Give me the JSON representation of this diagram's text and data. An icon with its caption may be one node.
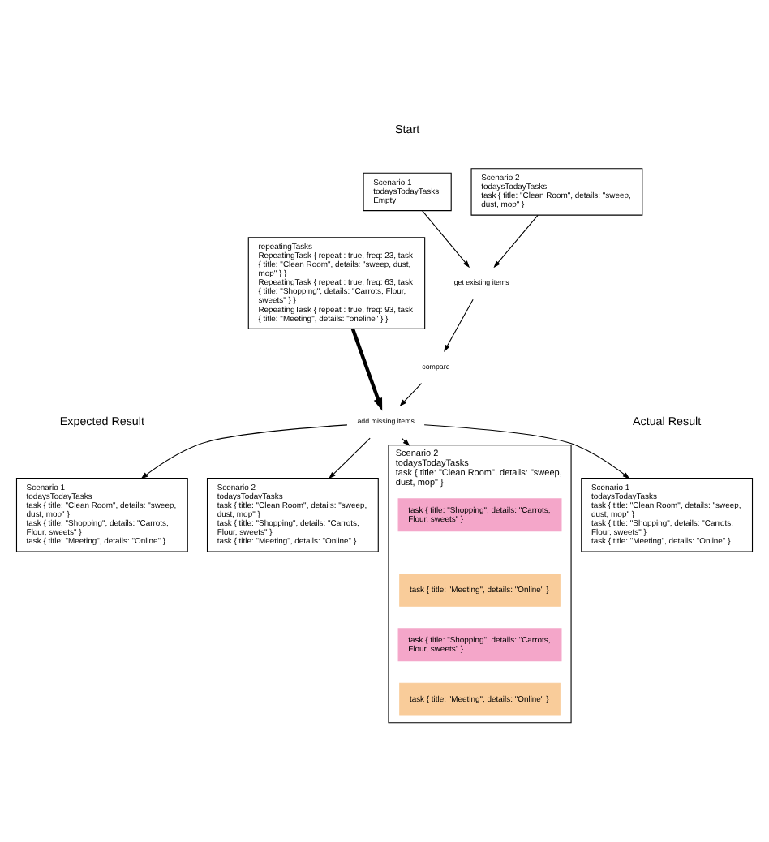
{
  "diagram": {
    "nodes": [
      {
        "text": [
          "Scenario 1",
          "todaysTodayTasks",
          "Empty"
        ]
      },
      {
        "text": [
          "Scenario 2",
          "todaysTodayTasks",
          "task { title: \"Clean Room\", details: \"sweep, dust, mop\" }"
        ]
      },
      {
        "text": [
          "repeatingTasks",
          "RepeatingTask { repeat : true, freq: 23, task { title: \"Clean Room\", details: \"sweep, dust, mop\" } }",
          "RepeatingTask { repeat : true, freq: 63, task { title: \"Shopping\", details: \"Carrots, Flour, sweets\" } }",
          "RepeatingTask { repeat : true, freq: 93, task { title: \"Meeting\", details: \"oneline\" } }"
        ]
      },
      {
        "text": [
          "get existing items"
        ]
      },
      {
        "text": [
          "compare"
        ]
      },
      {
        "text": [
          "add missing items"
        ]
      },
      {
        "text": [
          "Scenario 1",
          "todaysTodayTasks",
          "task { title: \"Clean Room\", details: \"sweep, dust, mop\" }",
          "task { title: \"Shopping\", details: \"Carrots, Flour, sweets\" }",
          "task { title: \"Meeting\", details: \"Online\" }"
        ]
      },
      {
        "text": [
          "Scenario 2",
          "todaysTodayTasks",
          "task { title: \"Clean Room\", details: \"sweep, dust, mop\" }",
          "task { title: \"Shopping\", details: \"Carrots, Flour, sweets\" }",
          "task { title: \"Meeting\", details: \"Online\" }"
        ]
      },
      {
        "text": [
          "Scenario 1",
          "todaysTodayTasks",
          "task { title: \"Clean Room\", details: \"sweep, dust, mop\" }",
          "task { title: \"Shopping\", details: \"Carrots, Flour, sweets\" }",
          "task { title: \"Meeting\", details: \"Online\" }"
        ]
      },
      {
        "text": [
          "Scenario 2",
          "todaysTodayTasks",
          "task { title: \"Clean Room\", details: \"sweep, dust, mop\" }"
        ]
      },
      {
        "text": [
          "task { title: \"Shopping\", details: \"Carrots, Flour, sweets\" }"
        ],
        "in": 9
      },
      {
        "text": [
          "task { title: \"Meeting\", details: \"Online\" }"
        ],
        "in": 9
      },
      {
        "text": [
          "task { title: \"Shopping\", details: \"Carrots, Flour, sweets\" }"
        ],
        "in": 9
      },
      {
        "text": [
          "task { title: \"Meeting\", details: \"Online\" }"
        ],
        "in": 9
      }
    ],
    "edges": [
      {
        "from": 0,
        "to": 3,
        "arrow": "to"
      },
      {
        "from": 1,
        "to": 3,
        "arrow": "to"
      },
      {
        "from": 3,
        "to": 4,
        "arrow": "to"
      },
      {
        "from": 4,
        "to": 5,
        "arrow": "to"
      },
      {
        "from": 2,
        "to": 5,
        "arrow": "to",
        "style": "thick"
      },
      {
        "from": 5,
        "to": 6,
        "arrow": "to"
      },
      {
        "from": 5,
        "to": 7,
        "arrow": "to"
      },
      {
        "from": 5,
        "to": 8,
        "arrow": "to"
      },
      {
        "from": 5,
        "to": 9,
        "arrow": "to"
      }
    ],
    "labels": [
      "Start",
      "Expected Result",
      "Actual Result"
    ]
  }
}
